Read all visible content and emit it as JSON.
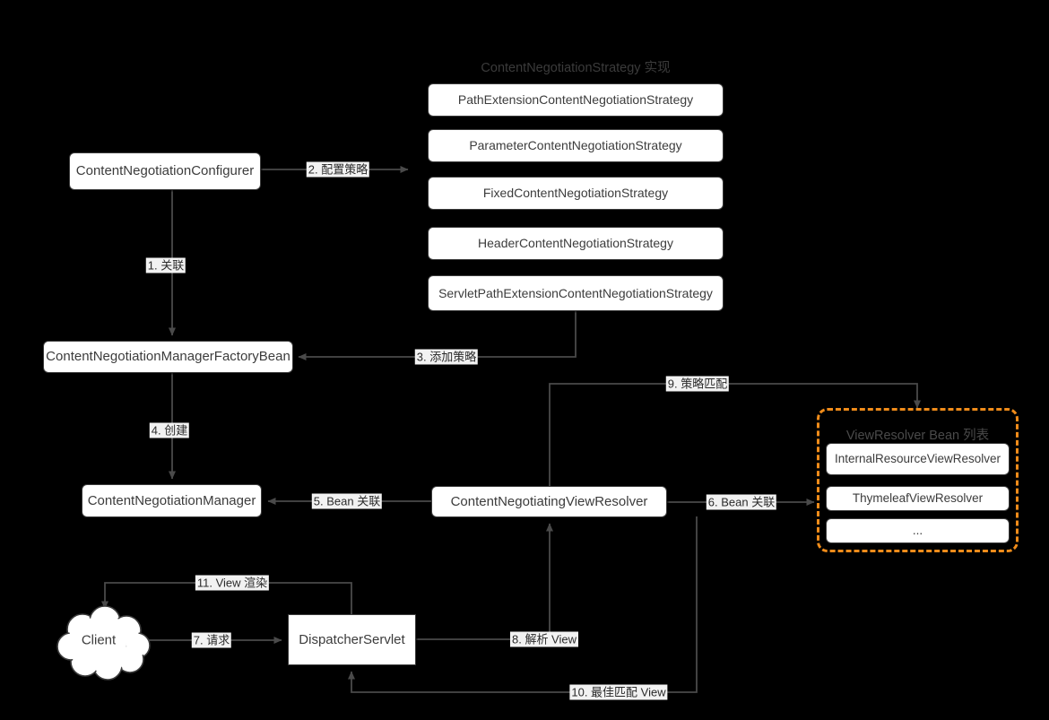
{
  "diagram": {
    "background_color": "#000000",
    "accent_color": "#f08c1a",
    "node_fill": "#ffffff",
    "node_stroke": "#3b3b3b"
  },
  "strategy_group": {
    "title": "ContentNegotiationStrategy 实现",
    "items": [
      "PathExtensionContentNegotiationStrategy",
      "ParameterContentNegotiationStrategy",
      "FixedContentNegotiationStrategy",
      "HeaderContentNegotiationStrategy",
      "ServletPathExtensionContentNegotiationStrategy"
    ]
  },
  "viewresolver_group": {
    "title": "ViewResolver Bean 列表",
    "items": [
      "InternalResourceViewResolver",
      "ThymeleafViewResolver",
      "..."
    ]
  },
  "nodes": {
    "configurer": "ContentNegotiationConfigurer",
    "factory_bean": "ContentNegotiationManagerFactoryBean",
    "manager": "ContentNegotiationManager",
    "cnvr": "ContentNegotiatingViewResolver",
    "dispatcher": "DispatcherServlet",
    "client": "Client"
  },
  "edges": [
    {
      "id": "e1",
      "label": "1. 关联"
    },
    {
      "id": "e2",
      "label": "2. 配置策略"
    },
    {
      "id": "e3",
      "label": "3. 添加策略"
    },
    {
      "id": "e4",
      "label": "4. 创建"
    },
    {
      "id": "e5",
      "label": "5. Bean 关联"
    },
    {
      "id": "e6",
      "label": "6. Bean 关联"
    },
    {
      "id": "e7",
      "label": "7. 请求"
    },
    {
      "id": "e8",
      "label": "8. 解析 View"
    },
    {
      "id": "e9",
      "label": "9. 策略匹配"
    },
    {
      "id": "e10",
      "label": "10. 最佳匹配 View"
    },
    {
      "id": "e11",
      "label": "11. View 渲染"
    }
  ]
}
